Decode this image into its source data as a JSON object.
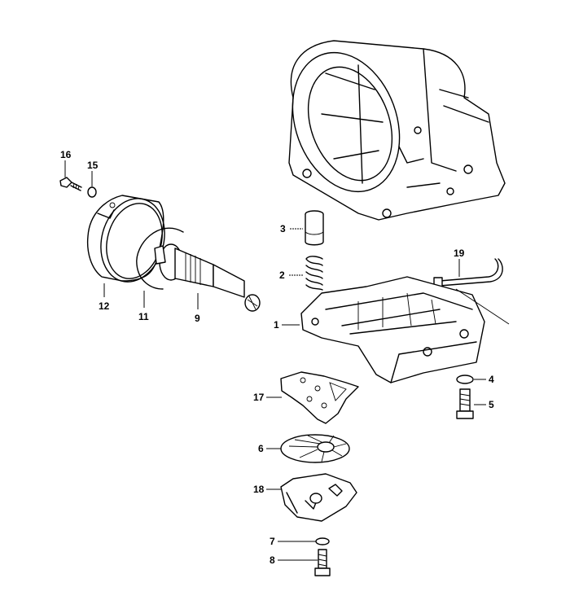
{
  "diagram": {
    "type": "exploded-parts-diagram",
    "callouts": {
      "p1": "1",
      "p2": "2",
      "p3": "3",
      "p4": "4",
      "p5": "5",
      "p6": "6",
      "p7": "7",
      "p8": "8",
      "p9": "9",
      "p11": "11",
      "p12": "12",
      "p15": "15",
      "p16": "16",
      "p17": "17",
      "p18": "18",
      "p19": "19"
    }
  }
}
